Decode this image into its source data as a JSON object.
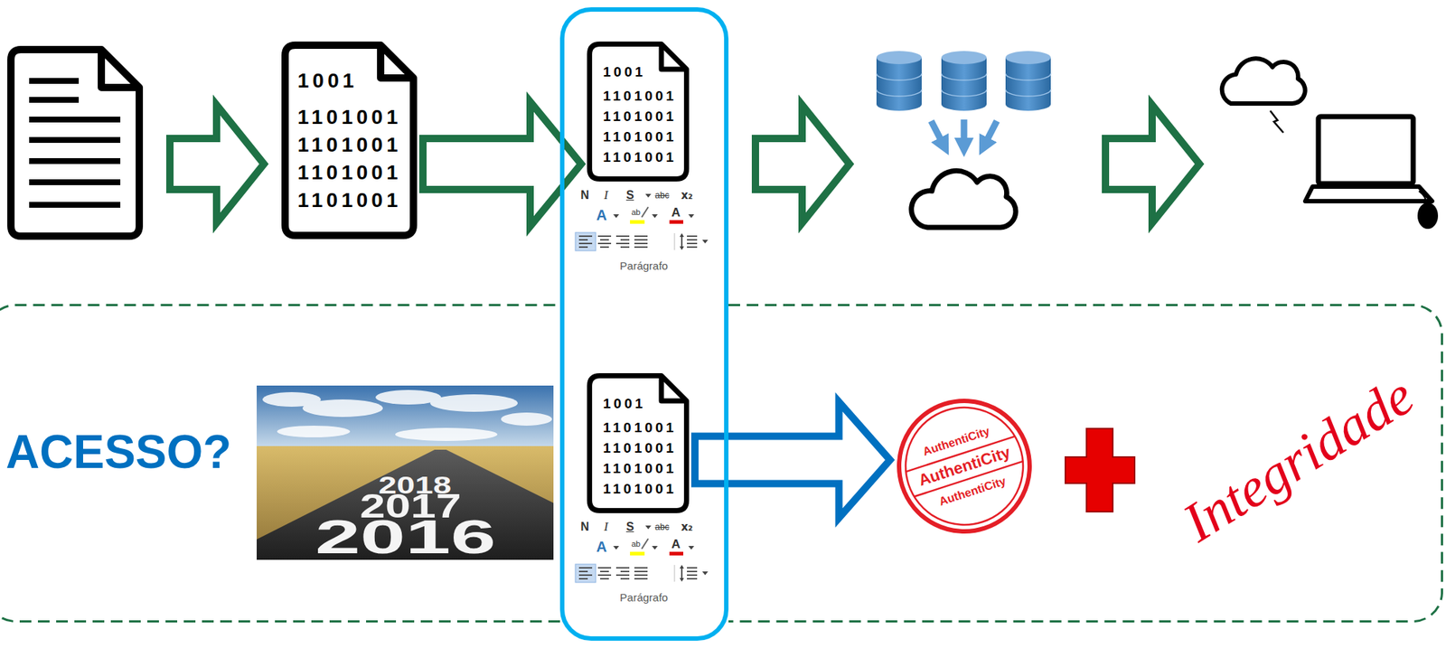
{
  "diagram": {
    "nodes": [
      {
        "text": [
          "1001",
          "1101001",
          "1101001",
          "1101001",
          "1101001"
        ]
      },
      {
        "text": [
          "1001",
          "1101001",
          "1101001",
          "1101001",
          "1101001"
        ]
      },
      {
        "text": [
          "ACESSO?"
        ]
      },
      {
        "text": [
          "1001",
          "1101001",
          "1101001",
          "1101001",
          "1101001"
        ],
        "in": 2
      },
      {
        "text": [
          "AuthentiCity",
          "AuthentiCity",
          "AuthentiCity"
        ],
        "in": 2
      }
    ],
    "edges": [
      {
        "from": 0,
        "to": 1,
        "arrow": "to"
      },
      {
        "from": 3,
        "to": 4,
        "arrow": "to"
      }
    ],
    "labels": [
      "N",
      "I",
      "S",
      "abc",
      "x₂",
      "A",
      "ab",
      "A",
      "Parágrafo",
      "2016",
      "2017",
      "2018",
      "N",
      "I",
      "S",
      "abc",
      "x₂",
      "A",
      "ab",
      "A",
      "Parágrafo",
      "Integridade"
    ]
  }
}
